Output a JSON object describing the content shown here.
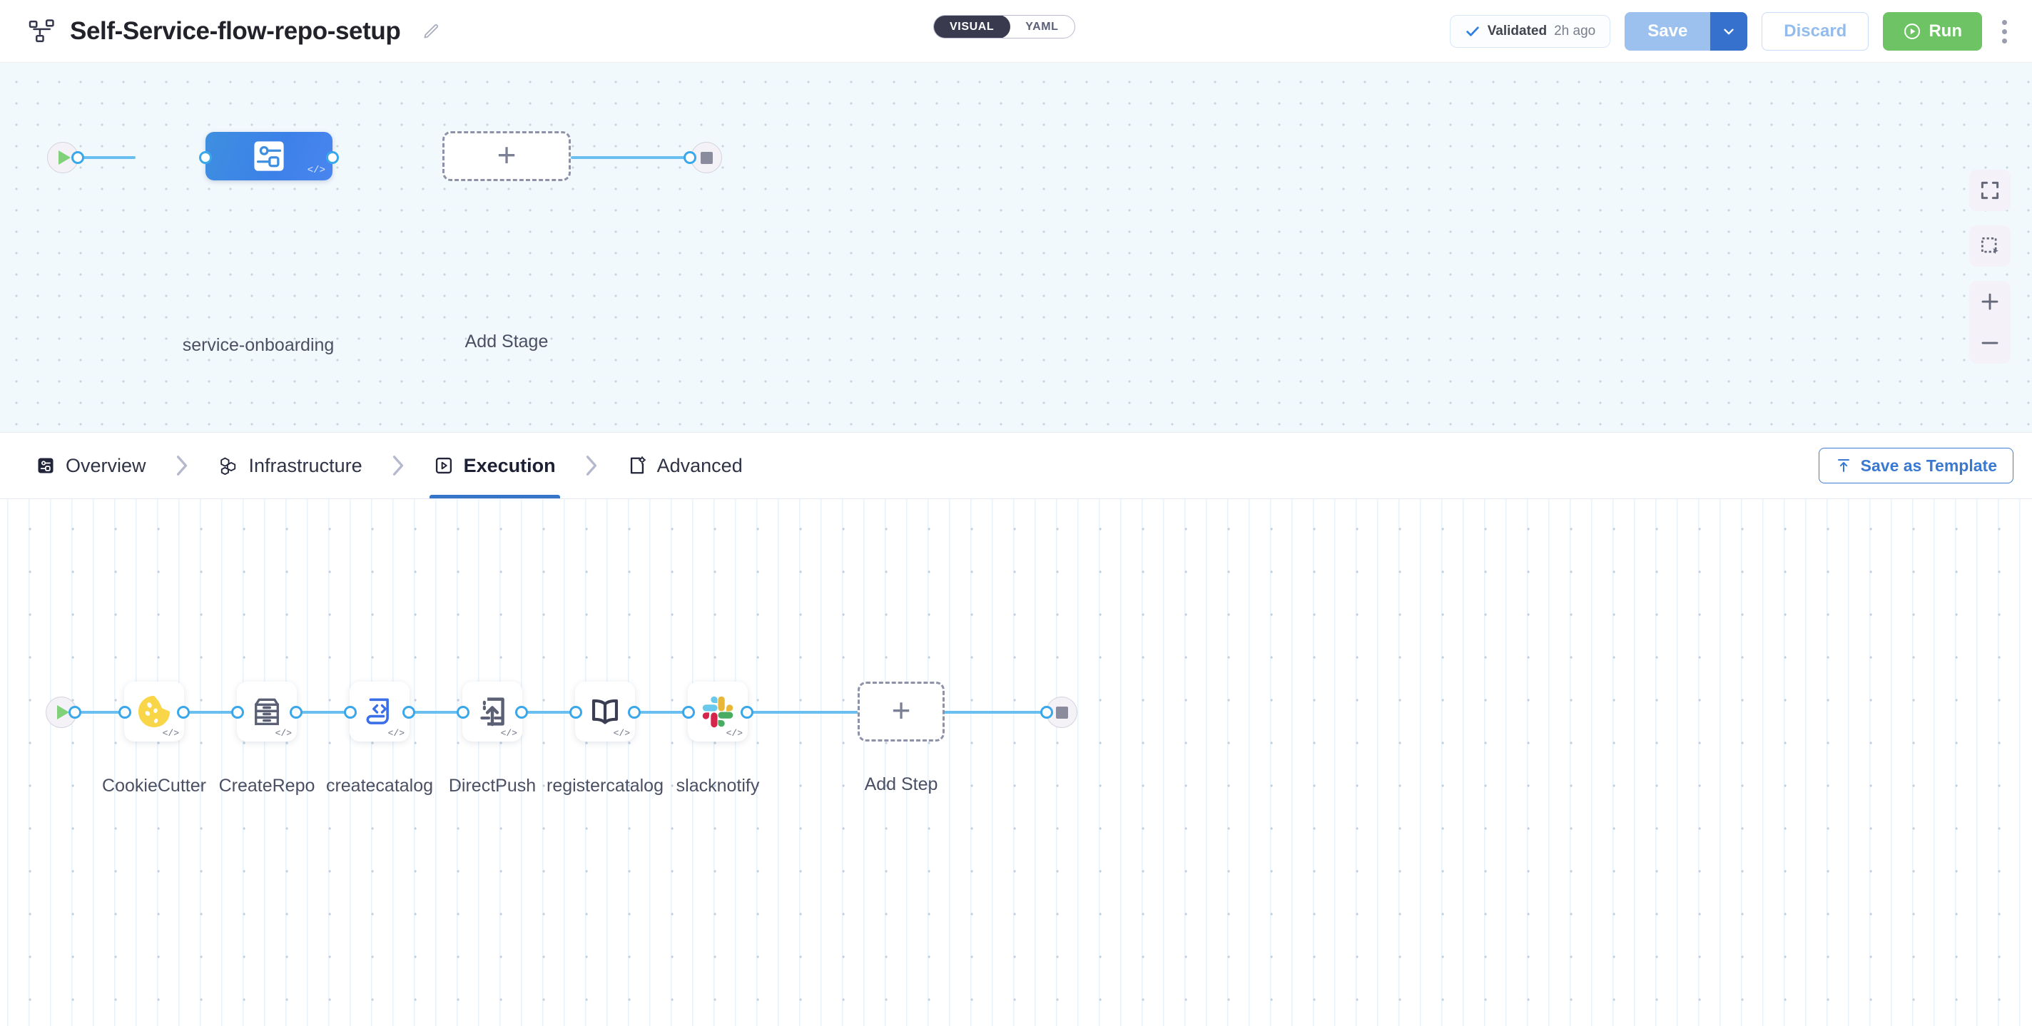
{
  "header": {
    "title": "Self-Service-flow-repo-setup",
    "pipeline_icon": "pipeline-icon",
    "edit_icon": "pencil-icon",
    "view_toggle": {
      "options": [
        "VISUAL",
        "YAML"
      ],
      "selected": "VISUAL"
    },
    "validation": {
      "icon": "check-icon",
      "label": "Validated",
      "time": "2h ago"
    },
    "save_label": "Save",
    "save_caret_icon": "chevron-down-icon",
    "discard_label": "Discard",
    "run_label": "Run",
    "run_icon": "play-circle-icon",
    "more_icon": "kebab-menu-icon",
    "colors": {
      "save_bg": "#9cc1ef",
      "save_caret_bg": "#3672cd",
      "discard_text": "#93bcee",
      "run_bg": "#6ec464",
      "toggle_active_bg": "#393a4d",
      "accent_blue": "#3775c9"
    }
  },
  "stage_canvas": {
    "start_node": {
      "name": "start-node",
      "icon": "play-icon"
    },
    "end_node": {
      "name": "end-node",
      "icon": "stop-icon"
    },
    "stage": {
      "label": "service-onboarding",
      "icon": "stage-graph-icon",
      "code_badge": "</>"
    },
    "add_stage": {
      "label": "Add Stage",
      "icon": "plus-icon"
    },
    "tools": [
      {
        "name": "fit-screen-tool",
        "icon": "fit-screen-icon"
      },
      {
        "name": "selection-box-tool",
        "icon": "selection-box-icon"
      },
      {
        "name": "zoom-in-tool",
        "icon": "plus-icon"
      },
      {
        "name": "zoom-out-tool",
        "icon": "minus-icon"
      }
    ]
  },
  "tabbar": {
    "tabs": [
      {
        "label": "Overview",
        "icon": "overview-icon",
        "active": false
      },
      {
        "label": "Infrastructure",
        "icon": "infrastructure-icon",
        "active": false
      },
      {
        "label": "Execution",
        "icon": "execution-icon",
        "active": true
      },
      {
        "label": "Advanced",
        "icon": "advanced-icon",
        "active": false
      }
    ],
    "separator_icon": "chevron-right-icon",
    "save_template": {
      "label": "Save as Template",
      "icon": "upload-template-icon"
    }
  },
  "step_canvas": {
    "start_node": {
      "name": "start-node",
      "icon": "play-icon"
    },
    "end_node": {
      "name": "end-node",
      "icon": "stop-icon"
    },
    "steps": [
      {
        "label": "CookieCutter",
        "icon": "cookie-icon",
        "code_badge": "</>"
      },
      {
        "label": "CreateRepo",
        "icon": "drawers-icon",
        "code_badge": "</>"
      },
      {
        "label": "createcatalog",
        "icon": "code-document-icon",
        "code_badge": "</>"
      },
      {
        "label": "DirectPush",
        "icon": "push-upload-icon",
        "code_badge": "</>"
      },
      {
        "label": "registercatalog",
        "icon": "open-book-icon",
        "code_badge": "</>"
      },
      {
        "label": "slacknotify",
        "icon": "slack-icon",
        "code_badge": "</>"
      }
    ],
    "add_step": {
      "label": "Add Step",
      "icon": "plus-icon"
    }
  }
}
